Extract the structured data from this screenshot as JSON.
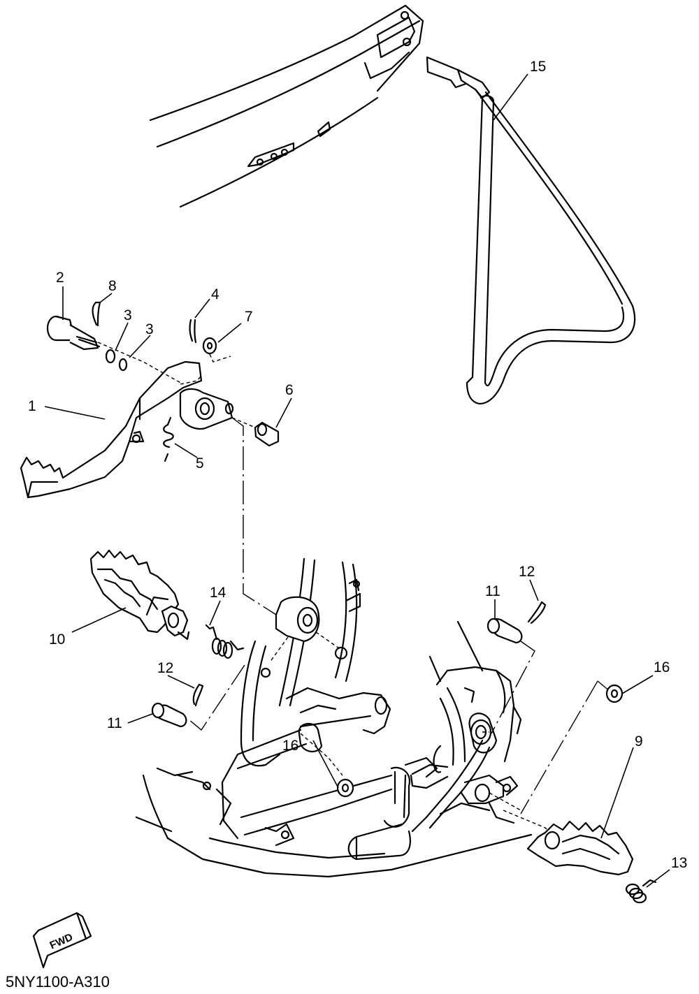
{
  "diagram_code": "5NY1100-A310",
  "fwd_label": "FWD",
  "callouts": [
    {
      "id": "c1",
      "label": "1"
    },
    {
      "id": "c2",
      "label": "2"
    },
    {
      "id": "c3a",
      "label": "3"
    },
    {
      "id": "c3b",
      "label": "3"
    },
    {
      "id": "c4",
      "label": "4"
    },
    {
      "id": "c5",
      "label": "5"
    },
    {
      "id": "c6",
      "label": "6"
    },
    {
      "id": "c7",
      "label": "7"
    },
    {
      "id": "c8",
      "label": "8"
    },
    {
      "id": "c9",
      "label": "9"
    },
    {
      "id": "c10",
      "label": "10"
    },
    {
      "id": "c11a",
      "label": "11"
    },
    {
      "id": "c11b",
      "label": "11"
    },
    {
      "id": "c12a",
      "label": "12"
    },
    {
      "id": "c12b",
      "label": "12"
    },
    {
      "id": "c13",
      "label": "13"
    },
    {
      "id": "c14",
      "label": "14"
    },
    {
      "id": "c15",
      "label": "15"
    },
    {
      "id": "c16a",
      "label": "16"
    },
    {
      "id": "c16b",
      "label": "16"
    }
  ]
}
